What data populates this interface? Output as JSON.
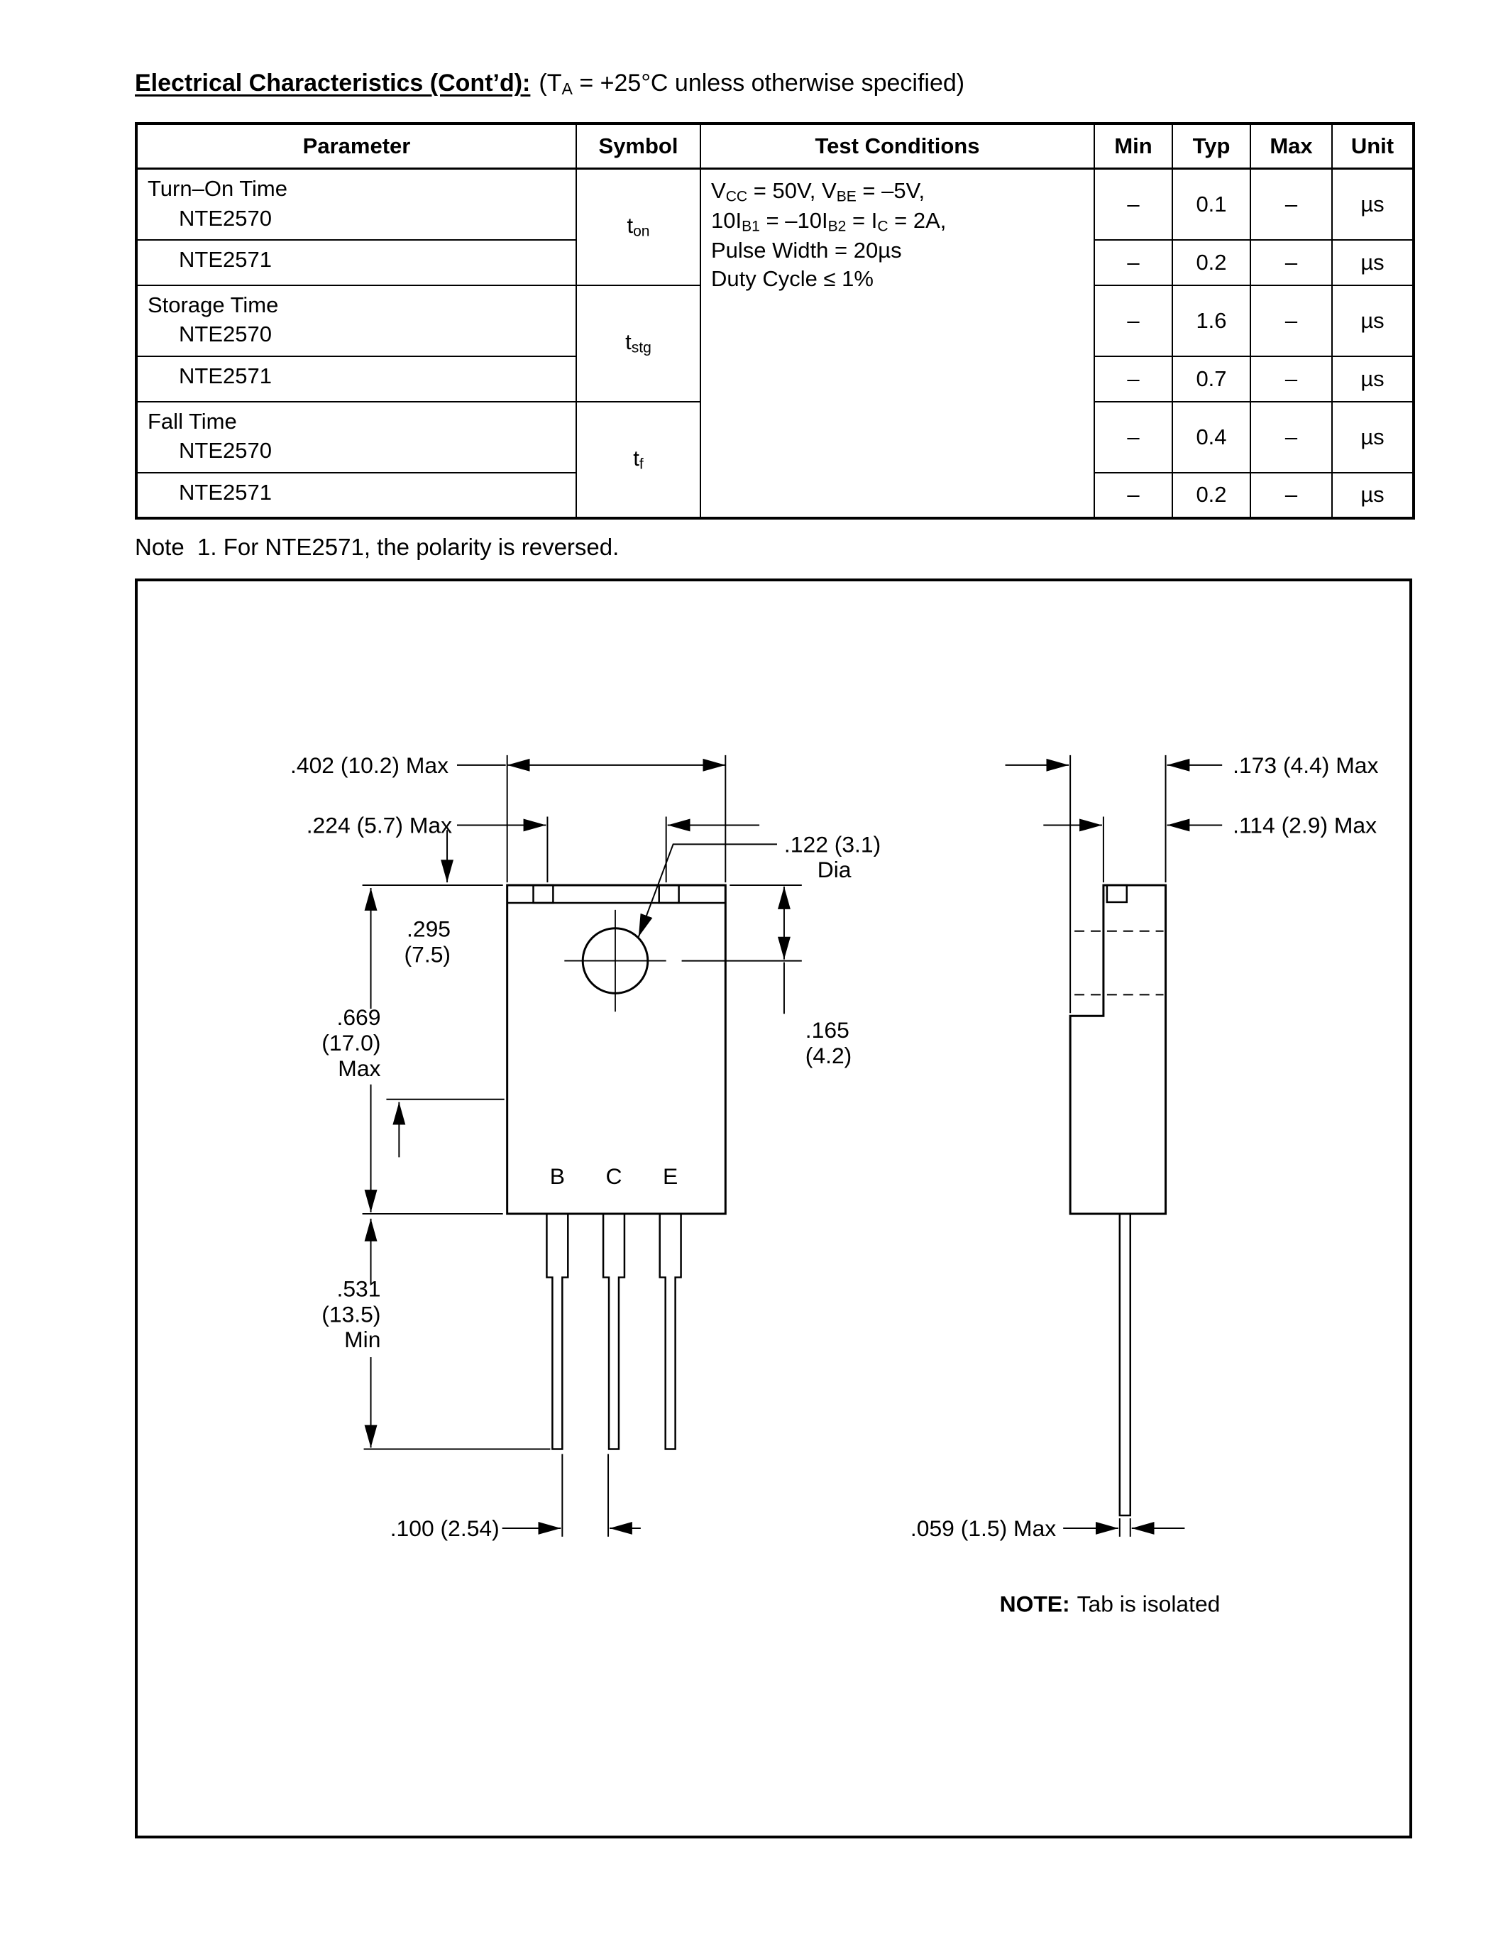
{
  "title": {
    "bold": "Electrical Characteristics (Cont’d):",
    "rest": [
      {
        "t": "(T"
      },
      {
        "t": "A",
        "s": "sub"
      },
      {
        "t": " = +25°C unless otherwise specified)"
      }
    ]
  },
  "table": {
    "headers": {
      "parameter": "Parameter",
      "symbol": "Symbol",
      "test_conditions": "Test Conditions",
      "min": "Min",
      "typ": "Typ",
      "max": "Max",
      "unit": "Unit"
    },
    "test_conditions_lines": [
      [
        {
          "t": "V"
        },
        {
          "t": "CC",
          "s": "sub"
        },
        {
          "t": " = 50V, V"
        },
        {
          "t": "BE",
          "s": "sub"
        },
        {
          "t": " = –5V,"
        }
      ],
      [
        {
          "t": "10I"
        },
        {
          "t": "B1",
          "s": "sub"
        },
        {
          "t": " = –10I"
        },
        {
          "t": "B2",
          "s": "sub"
        },
        {
          "t": " = I"
        },
        {
          "t": "C",
          "s": "sub"
        },
        {
          "t": " = 2A,"
        }
      ],
      [
        {
          "t": "Pulse Width = 20µs"
        }
      ],
      [
        {
          "t": "Duty Cycle ≤ 1%"
        }
      ]
    ],
    "groups": [
      {
        "name": "Turn–On Time",
        "symbol": [
          {
            "t": "t"
          },
          {
            "t": "on",
            "s": "sub"
          }
        ],
        "rows": [
          {
            "part": "NTE2570",
            "min": "–",
            "typ": "0.1",
            "max": "–",
            "unit": "µs"
          },
          {
            "part": "NTE2571",
            "min": "–",
            "typ": "0.2",
            "max": "–",
            "unit": "µs"
          }
        ]
      },
      {
        "name": "Storage Time",
        "symbol": [
          {
            "t": "t"
          },
          {
            "t": "stg",
            "s": "sub"
          }
        ],
        "rows": [
          {
            "part": "NTE2570",
            "min": "–",
            "typ": "1.6",
            "max": "–",
            "unit": "µs"
          },
          {
            "part": "NTE2571",
            "min": "–",
            "typ": "0.7",
            "max": "–",
            "unit": "µs"
          }
        ]
      },
      {
        "name": "Fall Time",
        "symbol": [
          {
            "t": "t"
          },
          {
            "t": "f",
            "s": "sub"
          }
        ],
        "rows": [
          {
            "part": "NTE2570",
            "min": "–",
            "typ": "0.4",
            "max": "–",
            "unit": "µs"
          },
          {
            "part": "NTE2571",
            "min": "–",
            "typ": "0.2",
            "max": "–",
            "unit": "µs"
          }
        ]
      }
    ]
  },
  "note": "Note  1. For NTE2571, the polarity is reversed.",
  "drawing": {
    "dim_width": ".402 (10.2) Max",
    "dim_mount_width": ".224 (5.7) Max",
    "dim_hole_dia_l1": ".122 (3.1)",
    "dim_hole_dia_l2": "Dia",
    "dim_hole_offset_l1": ".295",
    "dim_hole_offset_l2": "(7.5)",
    "dim_body_height_l1": ".669",
    "dim_body_height_l2": "(17.0)",
    "dim_body_height_l3": "Max",
    "dim_hole_center_l1": ".165",
    "dim_hole_center_l2": "(4.2)",
    "dim_lead_length_l1": ".531",
    "dim_lead_length_l2": "(13.5)",
    "dim_lead_length_l3": "Min",
    "dim_lead_pitch": ".100 (2.54)",
    "dim_depth": ".173 (4.4) Max",
    "dim_tab_thickness": ".114 (2.9) Max",
    "dim_lead_thickness": ".059 (1.5) Max",
    "pin_labels": {
      "b": "B",
      "c": "C",
      "e": "E"
    },
    "note_bold": "NOTE:",
    "note_rest": "Tab is isolated"
  }
}
